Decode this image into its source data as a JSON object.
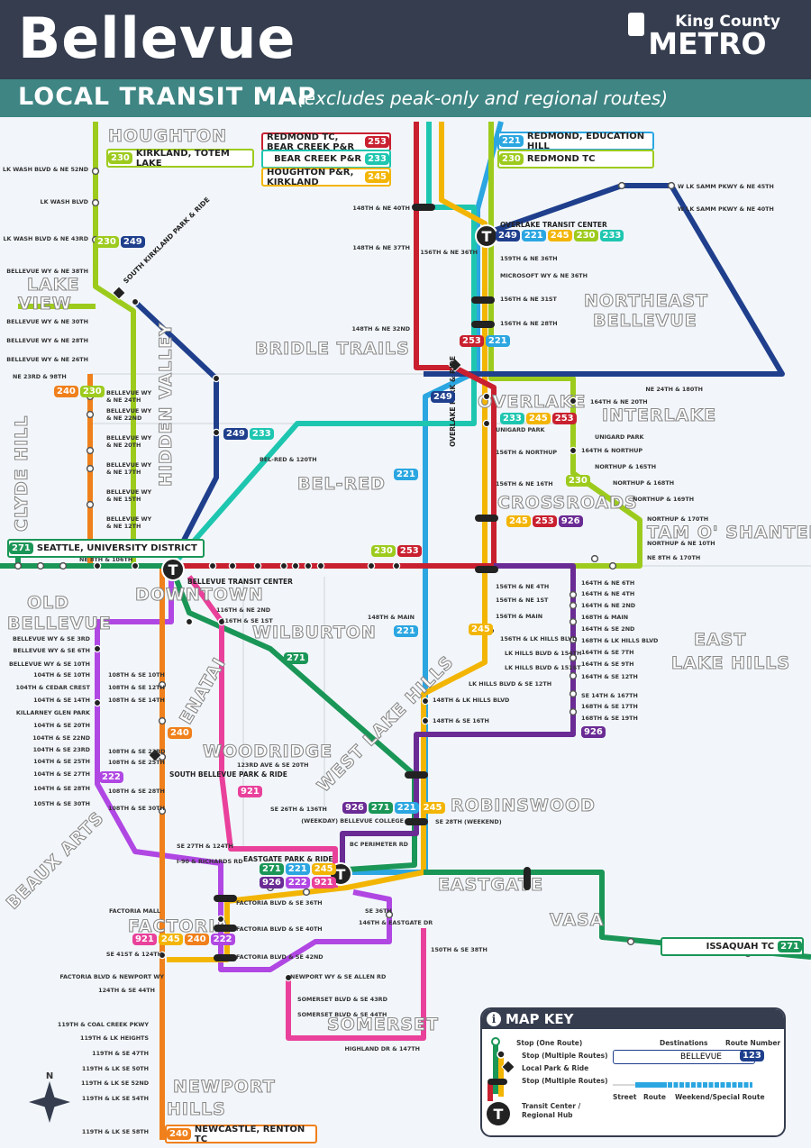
{
  "header": {
    "title": "Bellevue",
    "agency_line1": "King County",
    "agency_line2": "METRO"
  },
  "subheader": {
    "title": "LOCAL TRANSIT MAP",
    "note": "(excludes peak-only and regional routes)"
  },
  "route_colors": {
    "253": "#c9202f",
    "233": "#1ec6b0",
    "245": "#f3b504",
    "221": "#2ba6e1",
    "230": "#9dcb1d",
    "249": "#1f3f8d",
    "240": "#f0801c",
    "271": "#1a9657",
    "222": "#b047e3",
    "921": "#e9419b",
    "926": "#6a2b94"
  },
  "destinations": [
    {
      "route": "253",
      "text": "REDMOND TC, BEAR CREEK P&R"
    },
    {
      "route": "233",
      "text": "BEAR CREEK P&R"
    },
    {
      "route": "245",
      "text": "HOUGHTON P&R, KIRKLAND"
    },
    {
      "route": "221",
      "text": "REDMOND, EDUCATION HILL"
    },
    {
      "route": "230",
      "text": "REDMOND TC"
    },
    {
      "route": "230",
      "text": "KIRKLAND, TOTEM LAKE"
    },
    {
      "route": "271",
      "text": "SEATTLE, UNIVERSITY DISTRICT"
    },
    {
      "route": "271",
      "text": "ISSAQUAH TC"
    },
    {
      "route": "240",
      "text": "NEWCASTLE, RENTON TC"
    }
  ],
  "neighborhoods": [
    "HOUGHTON",
    "LAKE",
    "VIEW",
    "CLYDE HILL",
    "HIDDEN VALLEY",
    "BRIDLE TRAILS",
    "NORTHEAST",
    "BELLEVUE",
    "OVERLAKE",
    "INTERLAKE",
    "BEL-RED",
    "CROSSROADS",
    "TAM O' SHANTER",
    "OLD",
    "BELLEVUE",
    "DOWNTOWN",
    "WILBURTON",
    "EAST",
    "LAKE HILLS",
    "WEST LAKE HILLS",
    "ENATAI",
    "WOODRIDGE",
    "BEAUX ARTS",
    "ROBINSWOOD",
    "EASTGATE",
    "VASA",
    "FACTORIA",
    "SOMERSET",
    "NEWPORT",
    "HILLS"
  ],
  "hubs": [
    "BELLEVUE TRANSIT CENTER",
    "OVERLAKE TRANSIT CENTER",
    "EASTGATE PARK & RIDE",
    "SOUTH BELLEVUE PARK & RIDE",
    "SOUTH KIRKLAND PARK & RIDE",
    "OVERLAKE PARK & RIDE"
  ],
  "badge_groups": [
    {
      "name": "overlake-tc",
      "routes": [
        "249",
        "221",
        "245",
        "230",
        "233"
      ]
    },
    {
      "name": "overlake",
      "routes": [
        "233",
        "245",
        "253"
      ]
    },
    {
      "name": "crossroads",
      "routes": [
        "245",
        "253",
        "926"
      ]
    },
    {
      "name": "ne-8th-east",
      "routes": [
        "230",
        "253"
      ]
    },
    {
      "name": "bridle-trails",
      "routes": [
        "249",
        "233"
      ]
    },
    {
      "name": "robinswood",
      "routes": [
        "926",
        "271",
        "221",
        "245"
      ]
    },
    {
      "name": "eastgate-1",
      "routes": [
        "271",
        "221",
        "245"
      ]
    },
    {
      "name": "eastgate-2",
      "routes": [
        "926",
        "222",
        "921"
      ]
    },
    {
      "name": "factoria",
      "routes": [
        "921",
        "245",
        "240",
        "222"
      ]
    },
    {
      "name": "south-kirkland",
      "routes": [
        "230",
        "249"
      ]
    },
    {
      "name": "lake-hills",
      "routes": [
        "926"
      ]
    },
    {
      "name": "woodridge",
      "routes": [
        "921"
      ]
    },
    {
      "name": "enatai",
      "routes": [
        "240"
      ]
    },
    {
      "name": "beaux-arts",
      "routes": [
        "222"
      ]
    },
    {
      "name": "wilburton",
      "routes": [
        "271"
      ]
    },
    {
      "name": "main-221",
      "routes": [
        "221"
      ]
    },
    {
      "name": "overlake-pr",
      "routes": [
        "253",
        "221"
      ]
    },
    {
      "name": "lhb-245",
      "routes": [
        "245"
      ]
    },
    {
      "name": "eastside-230",
      "routes": [
        "230"
      ]
    },
    {
      "name": "clyde-240-230",
      "routes": [
        "240",
        "230"
      ]
    },
    {
      "name": "ne20-249",
      "routes": [
        "249"
      ]
    },
    {
      "name": "bel-red-221",
      "routes": [
        "221"
      ]
    }
  ],
  "stops": [
    "LK WASH BLVD & NE 52ND",
    "LK WASH BLVD",
    "LK WASH BLVD & NE 43RD",
    "BELLEVUE WY & NE 38TH",
    "BELLEVUE WY & NE 30TH",
    "BELLEVUE WY & NE 28TH",
    "BELLEVUE WY & NE 26TH",
    "BELLEVUE WY & NE 24TH",
    "BELLEVUE WY & NE 22ND",
    "BELLEVUE WY & NE 20TH",
    "BELLEVUE WY & NE 17TH",
    "BELLEVUE WY & NE 15TH",
    "BELLEVUE WY & NE 12TH",
    "NE 23RD & 98TH",
    "148TH & NE 40TH",
    "148TH & NE 37TH",
    "148TH & NE 32ND",
    "156TH & NE 36TH",
    "159TH & NE 36TH",
    "MICROSOFT WY & NE 36TH",
    "156TH & NE 31ST",
    "156TH & NE 28TH",
    "164TH & NE 20TH",
    "164TH & NORTHUP",
    "NORTHUP & 165TH",
    "NORTHUP & 168TH",
    "NORTHUP & 169TH",
    "NORTHUP & 170TH",
    "NORTHUP & NE 10TH",
    "NE 8TH & 170TH",
    "UNIGARD PARK",
    "156TH & NORTHUP",
    "156TH & NE 16TH",
    "156TH & NE 4TH",
    "156TH & NE 1ST",
    "156TH & MAIN",
    "156TH & LK HILLS BLVD",
    "LK HILLS BLVD & 154TH",
    "LK HILLS BLVD & 151ST",
    "LK HILLS BLVD & SE 12TH",
    "148TH & LK HILLS BLVD",
    "148TH & SE 16TH",
    "148TH & MAIN",
    "164TH & NE 6TH",
    "164TH & NE 4TH",
    "164TH & NE 2ND",
    "168TH & MAIN",
    "164TH & SE 2ND",
    "168TH & LK HILLS BLVD",
    "164TH & SE 7TH",
    "164TH & SE 9TH",
    "164TH & SE 12TH",
    "SE 14TH & 167TH",
    "168TH & SE 17TH",
    "168TH & SE 19TH",
    "116TH & NE 2ND",
    "116TH & SE 1ST",
    "BELLEVUE WY & SE 3RD",
    "BELLEVUE WY & SE 6TH",
    "BELLEVUE WY & SE 10TH",
    "104TH & SE 10TH",
    "104TH & CEDAR CREST",
    "104TH & SE 14TH",
    "KILLARNEY GLEN PARK",
    "104TH & SE 20TH",
    "104TH & SE 22ND",
    "104TH & SE 23RD",
    "104TH & SE 25TH",
    "104TH & SE 27TH",
    "104TH & SE 28TH",
    "105TH & SE 30TH",
    "108TH & SE 10TH",
    "108TH & SE 12TH",
    "108TH & SE 14TH",
    "108TH & SE 23RD",
    "108TH & SE 25TH",
    "108TH & SE 28TH",
    "108TH & SE 30TH",
    "SE 27TH & 124TH",
    "I-90 & RICHARDS RD",
    "FACTORIA MALL",
    "FACTORIA BLVD & SE 36TH",
    "FACTORIA BLVD & SE 40TH",
    "FACTORIA BLVD & SE 42ND",
    "SE 41ST & 124TH",
    "FACTORIA BLVD & NEWPORT WY",
    "124TH & SE 44TH",
    "NEWPORT WY & SE ALLEN RD",
    "SOMERSET BLVD & SE 43RD",
    "SOMERSET BLVD & SE 44TH",
    "HIGHLAND DR & 147TH",
    "150TH & SE 38TH",
    "SE 36TH",
    "146TH & EASTGATE DR",
    "BC PERIMETER RD",
    "SE 28TH (WEEKEND)",
    "(WEEKDAY) BELLEVUE COLLEGE",
    "123RD AVE & SE 20TH",
    "119TH & COAL CREEK PKWY",
    "119TH & LK HEIGHTS",
    "119TH & SE 47TH",
    "119TH & LK SE 50TH",
    "119TH & LK SE 52ND",
    "119TH & LK SE 54TH",
    "119TH & LK SE 58TH",
    "NE 8TH & 106TH",
    "W LK SAMM PKWY & NE 45TH",
    "W LK SAMM PKWY & NE 40TH",
    "BEL-RED & 120TH",
    "UNIGARD PARK",
    "NE 24TH & 180TH",
    "SE 26TH & 136TH"
  ],
  "map_key": {
    "title": "MAP KEY",
    "items": [
      "Stop (One Route)",
      "Stop (Multiple Routes)",
      "Local Park & Ride",
      "Stop (Multiple Routes)",
      "Transit Center /",
      "Regional Hub"
    ],
    "destinations_label": "Destinations",
    "route_number_label": "Route Number",
    "sample_destination": "BELLEVUE",
    "sample_route": "123",
    "line_labels": [
      "Street",
      "Route",
      "Weekend/Special Route"
    ]
  },
  "compass": "N"
}
